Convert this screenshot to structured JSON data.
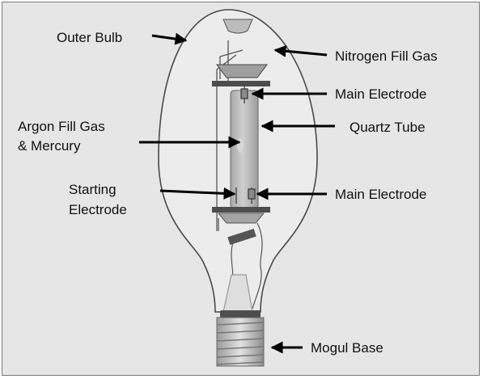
{
  "labels": {
    "outer_bulb": "Outer Bulb",
    "nitrogen_fill_gas": "Nitrogen Fill Gas",
    "main_electrode_top": "Main Electrode",
    "argon_line1": "Argon Fill Gas",
    "argon_line2": "& Mercury",
    "quartz_tube": "Quartz Tube",
    "starting_line1": "Starting",
    "starting_line2": "Electrode",
    "main_electrode_bottom": "Main Electrode",
    "mogul_base": "Mogul Base"
  },
  "colors": {
    "background": "#e6e6e6",
    "bulb_fill": "#ececec",
    "bulb_outline": "#4a4a4a",
    "arc_tube": "#b7b7b7",
    "metal_dark": "#4d4d4d",
    "base_light": "#d0d0d0",
    "arrow": "#000000"
  }
}
